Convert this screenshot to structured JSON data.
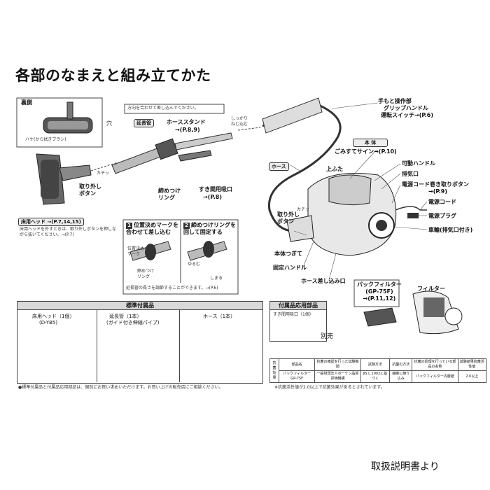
{
  "title": "各部のなまえと組み立てかた",
  "labels": {
    "back_side": "裏側",
    "brush_note": "ハケ(から拭きブラシ)",
    "direction_note": "方向を合わせて差し込んでください。",
    "hole": "穴",
    "extension_pipe": "延長管",
    "hose_stand": "ホーススタンド",
    "hose_stand_page": "→(P.8,9)",
    "firmly_twist": "しっかり\nねじ込む",
    "click1": "カチッ",
    "remove_button": "取り外し\nボタン",
    "tighten_ring": "締めつけ\nリング",
    "gap_nozzle": "すき間用吸口",
    "gap_nozzle_page": "→(P.8)",
    "floor_head": "床用ヘッド →(P.7,14,15)",
    "floor_head_note": "床用ヘッドを外すときは、取り外しボタンを押しながら抜いてください。→(P.7)",
    "step1": "位置決めマークを合わせて差し込む",
    "step2": "締めつけリングを回して固定する",
    "position_mark": "位置決め\nマーク",
    "tighten_ring2": "締めつけ\nリング",
    "loosen": "ゆるむ",
    "tighten": "しまる",
    "pipe_note": "延長管の長さを調節することができます。→(P.6)",
    "handle_section": "手もと操作部",
    "grip_handle": "グリップハンドル",
    "run_switch": "運転スイッチ→(P.6)",
    "main_body": "本 体",
    "dust_sign": "ごみすてサイン→(P.10)",
    "hose": "ホース",
    "top_lid": "上ふた",
    "movable_handle": "可動ハンドル",
    "exhaust": "排気口",
    "cord_button": "電源コード巻き取りボタン",
    "cord_button_page": "→(P.9)",
    "power_cord": "電源コード",
    "power_plug": "電源プラグ",
    "wheel": "車輪(排気口付き)",
    "click2": "カチッ",
    "remove_button2": "取り外し\nボタン",
    "body_joint": "本体つぎて",
    "fixed_handle": "固定ハンドル",
    "hose_inlet": "ホース差し込み口",
    "pack_filter": "パックフィルター\n(GP-75F)\n→(P.11,12)",
    "filter": "フィルター"
  },
  "accessories": {
    "header": "標準付属品",
    "items": [
      {
        "name": "床用ヘッド（1個）",
        "code": "(D-YB5)"
      },
      {
        "name": "延長管（1本）",
        "code": "(ガイド付き伸縮パイプ)"
      },
      {
        "name": "ホース（1本）",
        "code": ""
      }
    ]
  },
  "optional": {
    "header": "付属品応用部品",
    "item": "すき間用吸口（1個）",
    "sold_separately": "別売"
  },
  "footnote": "●標準付属品と付属品応用部品は、個別にお買い求めいただけます。お買い上げの販売店にご相談ください。",
  "spec_table": {
    "side_label": "抗菌効果",
    "headers": [
      "部品名",
      "抗菌の確認を行った試験機関",
      "試験方法",
      "抗菌の方法",
      "抗菌の処理を行っている部品の名称",
      "試験結果抗菌活性値"
    ],
    "row": [
      "パックフィルター GP-75F",
      "一般財団法人ボーケン品質評価機構",
      "JIS L 1902に基づく",
      "繊維に練り込み",
      "パックフィルター内層紙",
      "2.0以上"
    ],
    "note": "※抗菌活性値が2.0以上で抗菌効果があるとされています。"
  },
  "caption": "取扱説明書より"
}
